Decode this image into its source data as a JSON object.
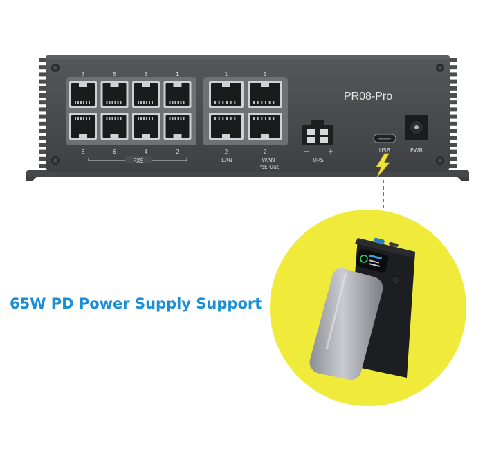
{
  "headline": "65W PD Power Supply Support",
  "colors": {
    "accent": "#1a8fd6",
    "highlight": "#f0ea3a",
    "chassis": "#46484b"
  },
  "device": {
    "model": "PR08-Pro",
    "fxs_top_numbers": [
      "7",
      "5",
      "3",
      "1"
    ],
    "fxs_bottom_numbers": [
      "8",
      "6",
      "4",
      "2"
    ],
    "fxs_group_label": "FXS",
    "lan_top_numbers": [
      "1",
      "1"
    ],
    "lan_bottom_numbers": [
      "2",
      "2"
    ],
    "lan_label": "LAN",
    "wan_label": "WAN",
    "wan_sublabel": "(PoE Out)",
    "ups_minus": "−",
    "ups_plus": "+",
    "ups_label": "UPS",
    "usb_label": "USB",
    "pwr_label": "PWR"
  },
  "icons": {
    "bolt": "lightning-bolt-icon"
  }
}
